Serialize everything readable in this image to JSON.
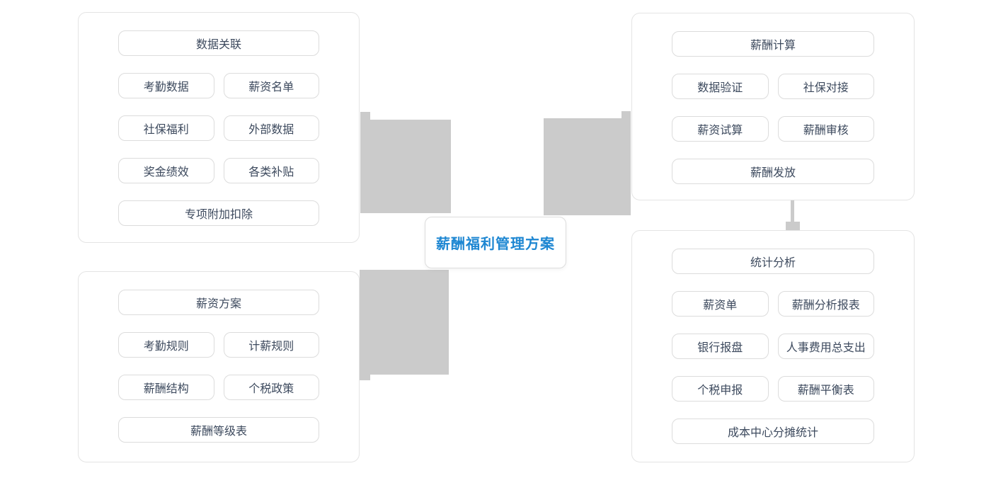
{
  "center": {
    "label": "薪酬福利管理方案"
  },
  "colors": {
    "accent_blue": "#1e87d2",
    "connector_gray": "#cbcbcb",
    "node_text": "#3d4a5e",
    "node_border": "#dcdcdc",
    "panel_border": "#e4e4e4"
  },
  "panels": {
    "top_left": {
      "rows": [
        [
          "数据关联"
        ],
        [
          "考勤数据",
          "薪资名单"
        ],
        [
          "社保福利",
          "外部数据"
        ],
        [
          "奖金绩效",
          "各类补贴"
        ],
        [
          "专项附加扣除"
        ]
      ]
    },
    "top_right": {
      "rows": [
        [
          "薪酬计算"
        ],
        [
          "数据验证",
          "社保对接"
        ],
        [
          "薪资试算",
          "薪酬审核"
        ],
        [
          "薪酬发放"
        ]
      ]
    },
    "bottom_left": {
      "rows": [
        [
          "薪资方案"
        ],
        [
          "考勤规则",
          "计薪规则"
        ],
        [
          "薪酬结构",
          "个税政策"
        ],
        [
          "薪酬等级表"
        ]
      ]
    },
    "bottom_right": {
      "rows": [
        [
          "统计分析"
        ],
        [
          "薪资单",
          "薪酬分析报表"
        ],
        [
          "银行报盘",
          "人事费用总支出"
        ],
        [
          "个税申报",
          "薪酬平衡表"
        ],
        [
          "成本中心分摊统计"
        ]
      ]
    }
  }
}
